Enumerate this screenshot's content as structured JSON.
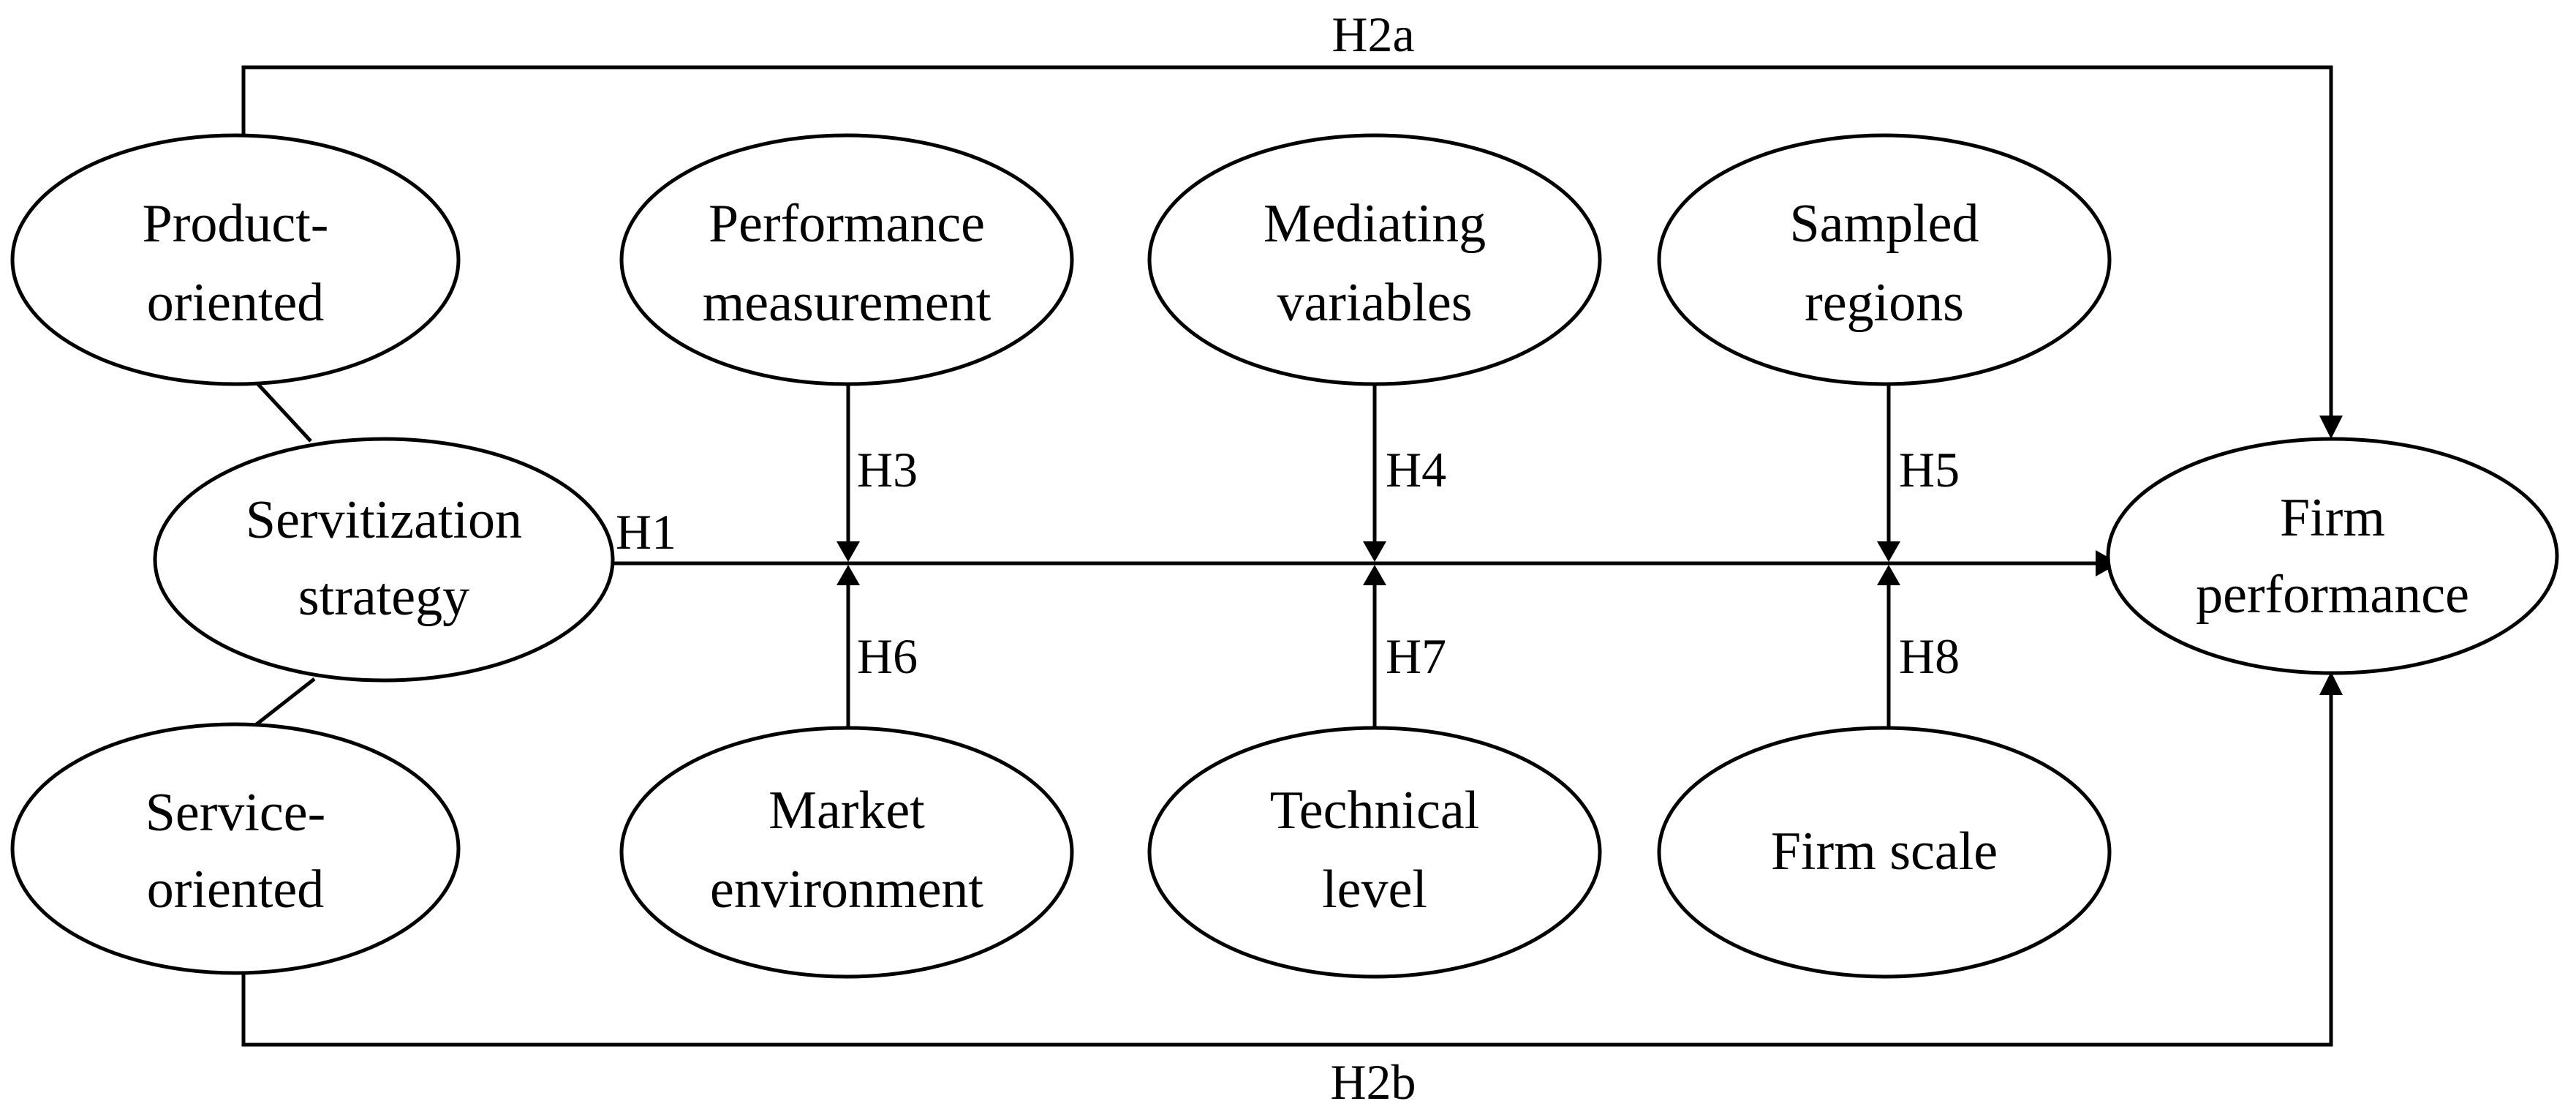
{
  "nodes": {
    "product_oriented": [
      "Product-",
      "oriented"
    ],
    "servitization_strategy": [
      "Servitization",
      "strategy"
    ],
    "service_oriented": [
      "Service-",
      "oriented"
    ],
    "performance_measurement": [
      "Performance",
      "measurement"
    ],
    "mediating_variables": [
      "Mediating",
      "variables"
    ],
    "sampled_regions": [
      "Sampled",
      "regions"
    ],
    "market_environment": [
      "Market",
      "environment"
    ],
    "technical_level": [
      "Technical",
      "level"
    ],
    "firm_scale": [
      "Firm scale"
    ],
    "firm_performance": [
      "Firm",
      "performance"
    ]
  },
  "hypotheses": {
    "h1": "H1",
    "h2a": "H2a",
    "h2b": "H2b",
    "h3": "H3",
    "h4": "H4",
    "h5": "H5",
    "h6": "H6",
    "h7": "H7",
    "h8": "H8"
  },
  "colors": {
    "line": "#000000",
    "background": "#ffffff"
  }
}
